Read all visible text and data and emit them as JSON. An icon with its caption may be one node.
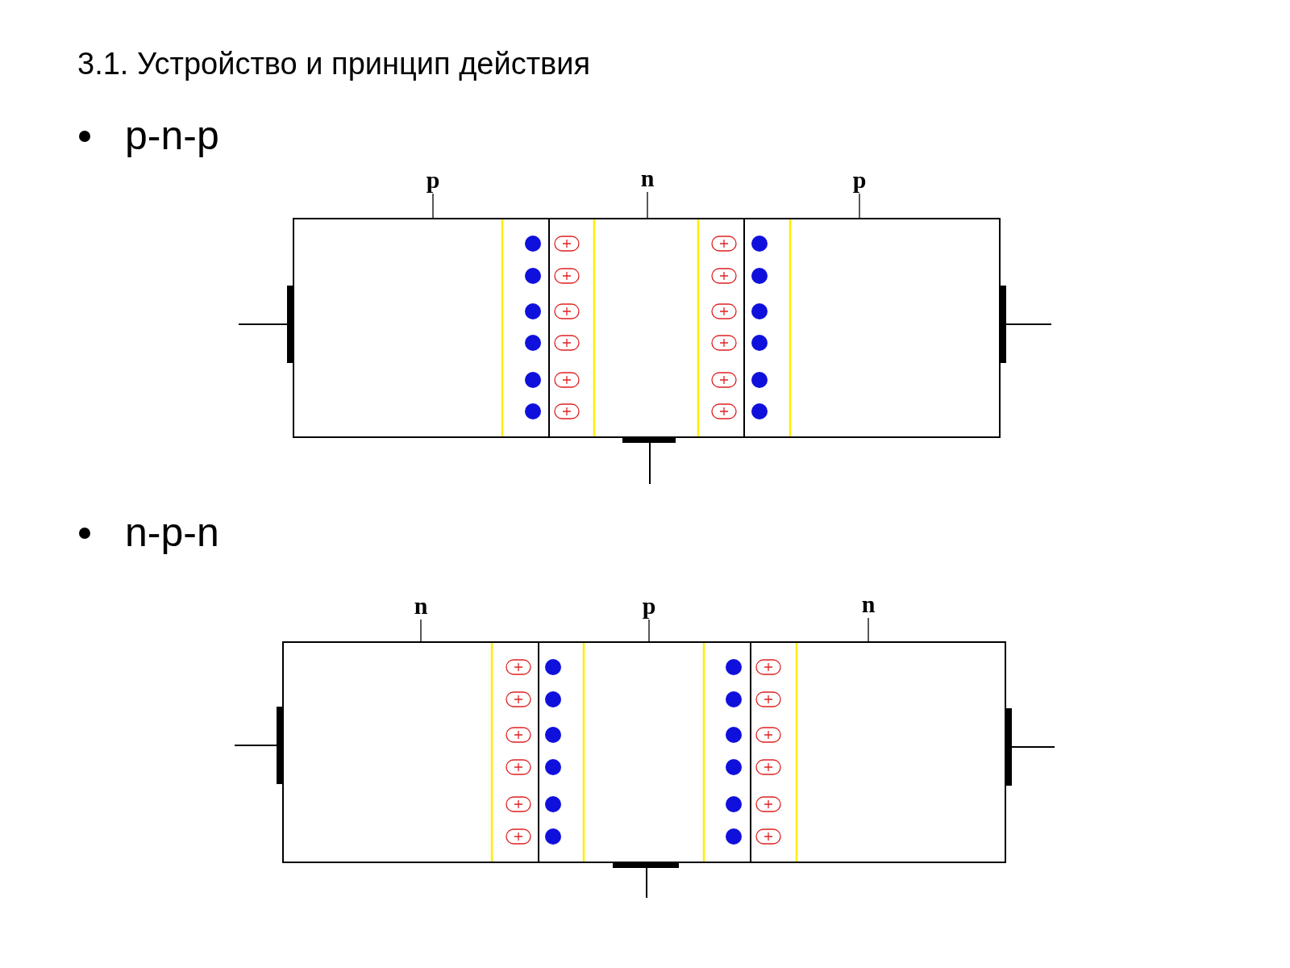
{
  "diagram": {
    "title": "3.1. Устройство и принцип действия",
    "nodes": [
      {
        "text": [
          "p"
        ]
      },
      {
        "text": [
          "n"
        ]
      },
      {
        "text": [
          "p"
        ]
      },
      {
        "text": [],
        "shape": "box"
      },
      {
        "text": [],
        "shape": "box"
      },
      {
        "text": [],
        "shape": "box"
      },
      {
        "text": [
          "n"
        ]
      },
      {
        "text": [
          "p"
        ]
      },
      {
        "text": [
          "n"
        ]
      },
      {
        "text": [],
        "shape": "box"
      },
      {
        "text": [],
        "shape": "box"
      },
      {
        "text": [],
        "shape": "box"
      }
    ],
    "edges": [
      {
        "from": 0,
        "to": 3,
        "arrow": "none"
      },
      {
        "from": 1,
        "to": 4,
        "arrow": "none"
      },
      {
        "from": 2,
        "to": 5,
        "arrow": "none"
      },
      {
        "from": 6,
        "to": 9,
        "arrow": "none"
      },
      {
        "from": 7,
        "to": 10,
        "arrow": "none"
      },
      {
        "from": 8,
        "to": 11,
        "arrow": "none"
      }
    ],
    "labels": [
      "p-n-p",
      "n-p-n"
    ]
  }
}
